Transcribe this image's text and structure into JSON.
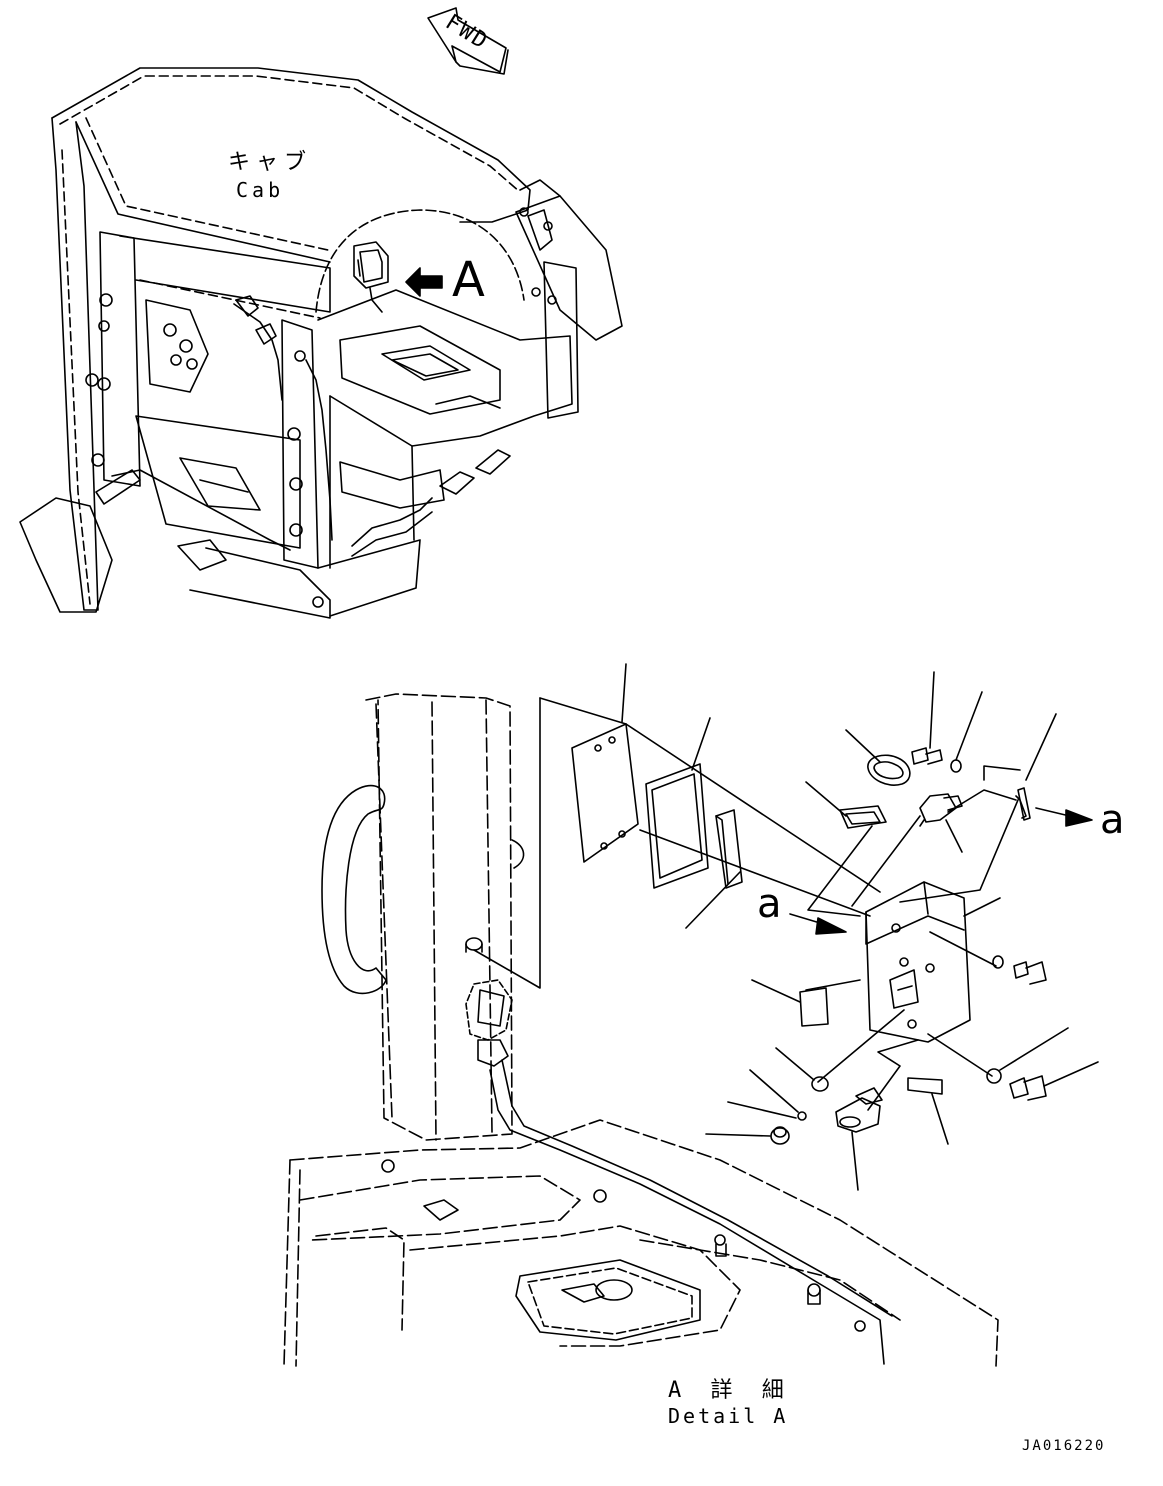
{
  "fwd_label": "FWD",
  "cab": {
    "label_jp": "キャブ",
    "label_en": "Cab"
  },
  "callout": {
    "label": "A"
  },
  "detail": {
    "label_jp": "A 詳 細",
    "label_en": "Detail A",
    "ref_label_right": "a",
    "ref_label_left": "a"
  },
  "drawing_number": "JA016220"
}
